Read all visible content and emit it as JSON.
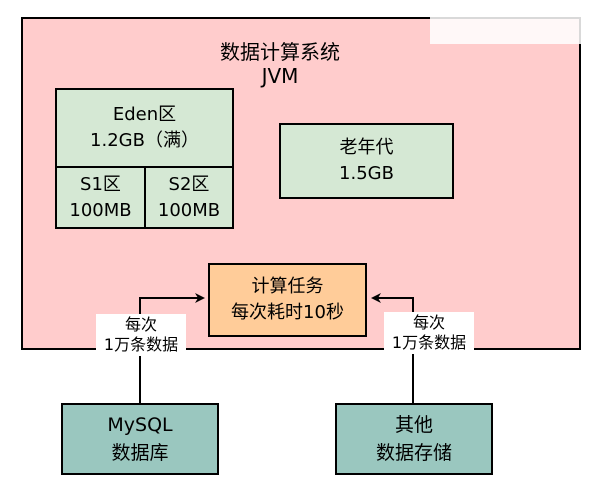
{
  "jvm": {
    "title_line1": "数据计算系统",
    "title_line2": "JVM"
  },
  "young": {
    "eden": {
      "name": "Eden区",
      "size": "1.2GB（满）"
    },
    "s1": {
      "name": "S1区",
      "size": "100MB"
    },
    "s2": {
      "name": "S2区",
      "size": "100MB"
    }
  },
  "old": {
    "name": "老年代",
    "size": "1.5GB"
  },
  "task": {
    "line1": "计算任务",
    "line2": "每次耗时10秒"
  },
  "sources": {
    "mysql": {
      "line1": "MySQL",
      "line2": "数据库"
    },
    "other": {
      "line1": "其他",
      "line2": "数据存储"
    }
  },
  "edges": {
    "left": {
      "line1": "每次",
      "line2": "1万条数据"
    },
    "right": {
      "line1": "每次",
      "line2": "1万条数据"
    }
  },
  "colors": {
    "jvm_fill": "#ffcccc",
    "memory_fill": "#d5e8d4",
    "task_fill": "#ffcc99",
    "source_fill": "#9ac7bf"
  }
}
